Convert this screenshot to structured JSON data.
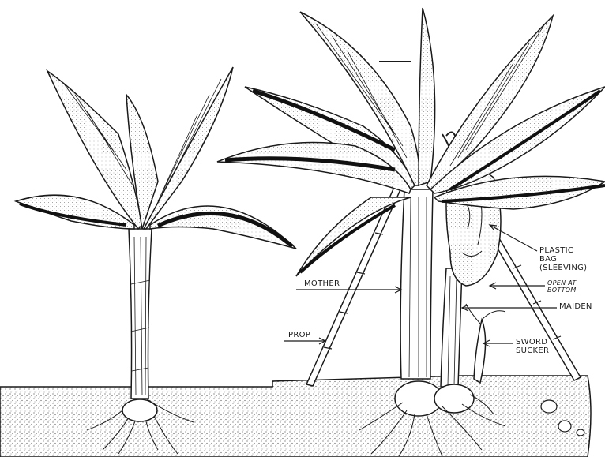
{
  "labels": {
    "plastic_bag": [
      "PLASTIC",
      "BAG",
      "(SLEEVING)"
    ],
    "open_at_bottom": [
      "OPEN AT",
      "BOTTOM"
    ],
    "mother": "MOTHER",
    "maiden": "MAIDEN",
    "prop": "PROP",
    "sword_sucker": [
      "SWORD",
      "SUCKER"
    ]
  },
  "colors": {
    "ink": "#1a1a1a",
    "paper": "#ffffff",
    "ground_stipple": "#b8b8b8",
    "leaf_shadow": "#111111"
  }
}
